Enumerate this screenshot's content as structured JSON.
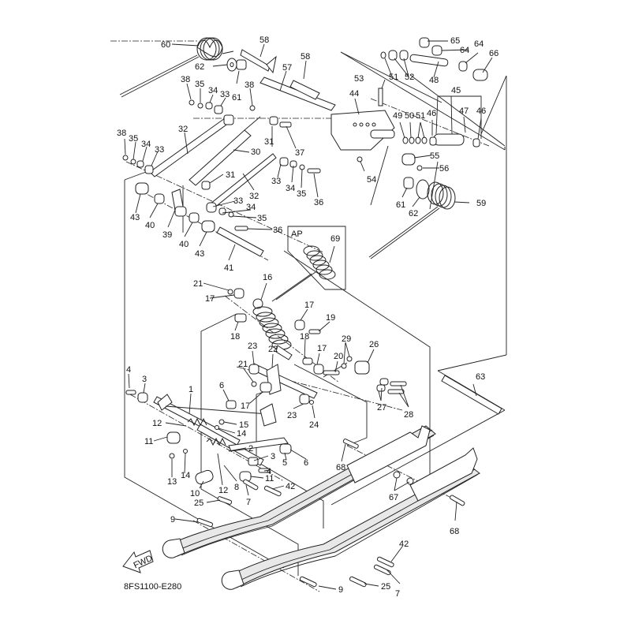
{
  "diagram": {
    "title": "Rear suspension exploded parts diagram",
    "drawing_code": "8FS1100-E280",
    "direction_badge": "FWD",
    "inset_label": "AP",
    "callouts": [
      {
        "id": "c60",
        "label": "60"
      },
      {
        "id": "c58a",
        "label": "58"
      },
      {
        "id": "c58b",
        "label": "58"
      },
      {
        "id": "c57",
        "label": "57"
      },
      {
        "id": "c62a",
        "label": "62"
      },
      {
        "id": "c61a",
        "label": "61"
      },
      {
        "id": "c38a",
        "label": "38"
      },
      {
        "id": "c35a",
        "label": "35"
      },
      {
        "id": "c34a",
        "label": "34"
      },
      {
        "id": "c33a",
        "label": "33"
      },
      {
        "id": "c38b",
        "label": "38"
      },
      {
        "id": "c32a",
        "label": "32"
      },
      {
        "id": "c38c",
        "label": "38"
      },
      {
        "id": "c35b",
        "label": "35"
      },
      {
        "id": "c34b",
        "label": "34"
      },
      {
        "id": "c33b",
        "label": "33"
      },
      {
        "id": "c31a",
        "label": "31"
      },
      {
        "id": "c37",
        "label": "37"
      },
      {
        "id": "c30",
        "label": "30"
      },
      {
        "id": "c31b",
        "label": "31"
      },
      {
        "id": "c33c",
        "label": "33"
      },
      {
        "id": "c34c",
        "label": "34"
      },
      {
        "id": "c35c",
        "label": "35"
      },
      {
        "id": "c36a",
        "label": "36"
      },
      {
        "id": "c32b",
        "label": "32"
      },
      {
        "id": "c65",
        "label": "65"
      },
      {
        "id": "c64a",
        "label": "64"
      },
      {
        "id": "c64b",
        "label": "64"
      },
      {
        "id": "c66",
        "label": "66"
      },
      {
        "id": "c51a",
        "label": "51"
      },
      {
        "id": "c52",
        "label": "52"
      },
      {
        "id": "c48",
        "label": "48"
      },
      {
        "id": "c53",
        "label": "53"
      },
      {
        "id": "c44",
        "label": "44"
      },
      {
        "id": "c45",
        "label": "45"
      },
      {
        "id": "c49",
        "label": "49"
      },
      {
        "id": "c50",
        "label": "50"
      },
      {
        "id": "c51b",
        "label": "51"
      },
      {
        "id": "c46a",
        "label": "46"
      },
      {
        "id": "c47",
        "label": "47"
      },
      {
        "id": "c46b",
        "label": "46"
      },
      {
        "id": "c55",
        "label": "55"
      },
      {
        "id": "c56",
        "label": "56"
      },
      {
        "id": "c54",
        "label": "54"
      },
      {
        "id": "c61b",
        "label": "61"
      },
      {
        "id": "c62b",
        "label": "62"
      },
      {
        "id": "c59",
        "label": "59"
      },
      {
        "id": "c43a",
        "label": "43"
      },
      {
        "id": "c40a",
        "label": "40"
      },
      {
        "id": "c39",
        "label": "39"
      },
      {
        "id": "c40b",
        "label": "40"
      },
      {
        "id": "c43b",
        "label": "43"
      },
      {
        "id": "c33d",
        "label": "33"
      },
      {
        "id": "c34d",
        "label": "34"
      },
      {
        "id": "c35d",
        "label": "35"
      },
      {
        "id": "c36b",
        "label": "36"
      },
      {
        "id": "c41",
        "label": "41"
      },
      {
        "id": "c69",
        "label": "69"
      },
      {
        "id": "c21a",
        "label": "21"
      },
      {
        "id": "c17a",
        "label": "17"
      },
      {
        "id": "c16",
        "label": "16"
      },
      {
        "id": "c18a",
        "label": "18"
      },
      {
        "id": "c17b",
        "label": "17"
      },
      {
        "id": "c19",
        "label": "19"
      },
      {
        "id": "c18b",
        "label": "18"
      },
      {
        "id": "c17c",
        "label": "17"
      },
      {
        "id": "c20",
        "label": "20"
      },
      {
        "id": "c29",
        "label": "29"
      },
      {
        "id": "c26",
        "label": "26"
      },
      {
        "id": "c23a",
        "label": "23"
      },
      {
        "id": "c22",
        "label": "22"
      },
      {
        "id": "c21b",
        "label": "21"
      },
      {
        "id": "c17d",
        "label": "17"
      },
      {
        "id": "c23b",
        "label": "23"
      },
      {
        "id": "c24",
        "label": "24"
      },
      {
        "id": "c27",
        "label": "27"
      },
      {
        "id": "c28",
        "label": "28"
      },
      {
        "id": "c63",
        "label": "63"
      },
      {
        "id": "c4a",
        "label": "4"
      },
      {
        "id": "c3a",
        "label": "3"
      },
      {
        "id": "c1",
        "label": "1"
      },
      {
        "id": "c6a",
        "label": "6"
      },
      {
        "id": "c12a",
        "label": "12"
      },
      {
        "id": "c15",
        "label": "15"
      },
      {
        "id": "c14a",
        "label": "14"
      },
      {
        "id": "c11a",
        "label": "11"
      },
      {
        "id": "c2",
        "label": "2"
      },
      {
        "id": "c3b",
        "label": "3"
      },
      {
        "id": "c5",
        "label": "5"
      },
      {
        "id": "c6b",
        "label": "6"
      },
      {
        "id": "c4b",
        "label": "4"
      },
      {
        "id": "c13",
        "label": "13"
      },
      {
        "id": "c14b",
        "label": "14"
      },
      {
        "id": "c11b",
        "label": "11"
      },
      {
        "id": "c12b",
        "label": "12"
      },
      {
        "id": "c8",
        "label": "8"
      },
      {
        "id": "c10",
        "label": "10"
      },
      {
        "id": "c42a",
        "label": "42"
      },
      {
        "id": "c7a",
        "label": "7"
      },
      {
        "id": "c25a",
        "label": "25"
      },
      {
        "id": "c9a",
        "label": "9"
      },
      {
        "id": "c68a",
        "label": "68"
      },
      {
        "id": "c67",
        "label": "67"
      },
      {
        "id": "c68b",
        "label": "68"
      },
      {
        "id": "c42b",
        "label": "42"
      },
      {
        "id": "c9b",
        "label": "9"
      },
      {
        "id": "c25b",
        "label": "25"
      },
      {
        "id": "c7b",
        "label": "7"
      }
    ]
  }
}
